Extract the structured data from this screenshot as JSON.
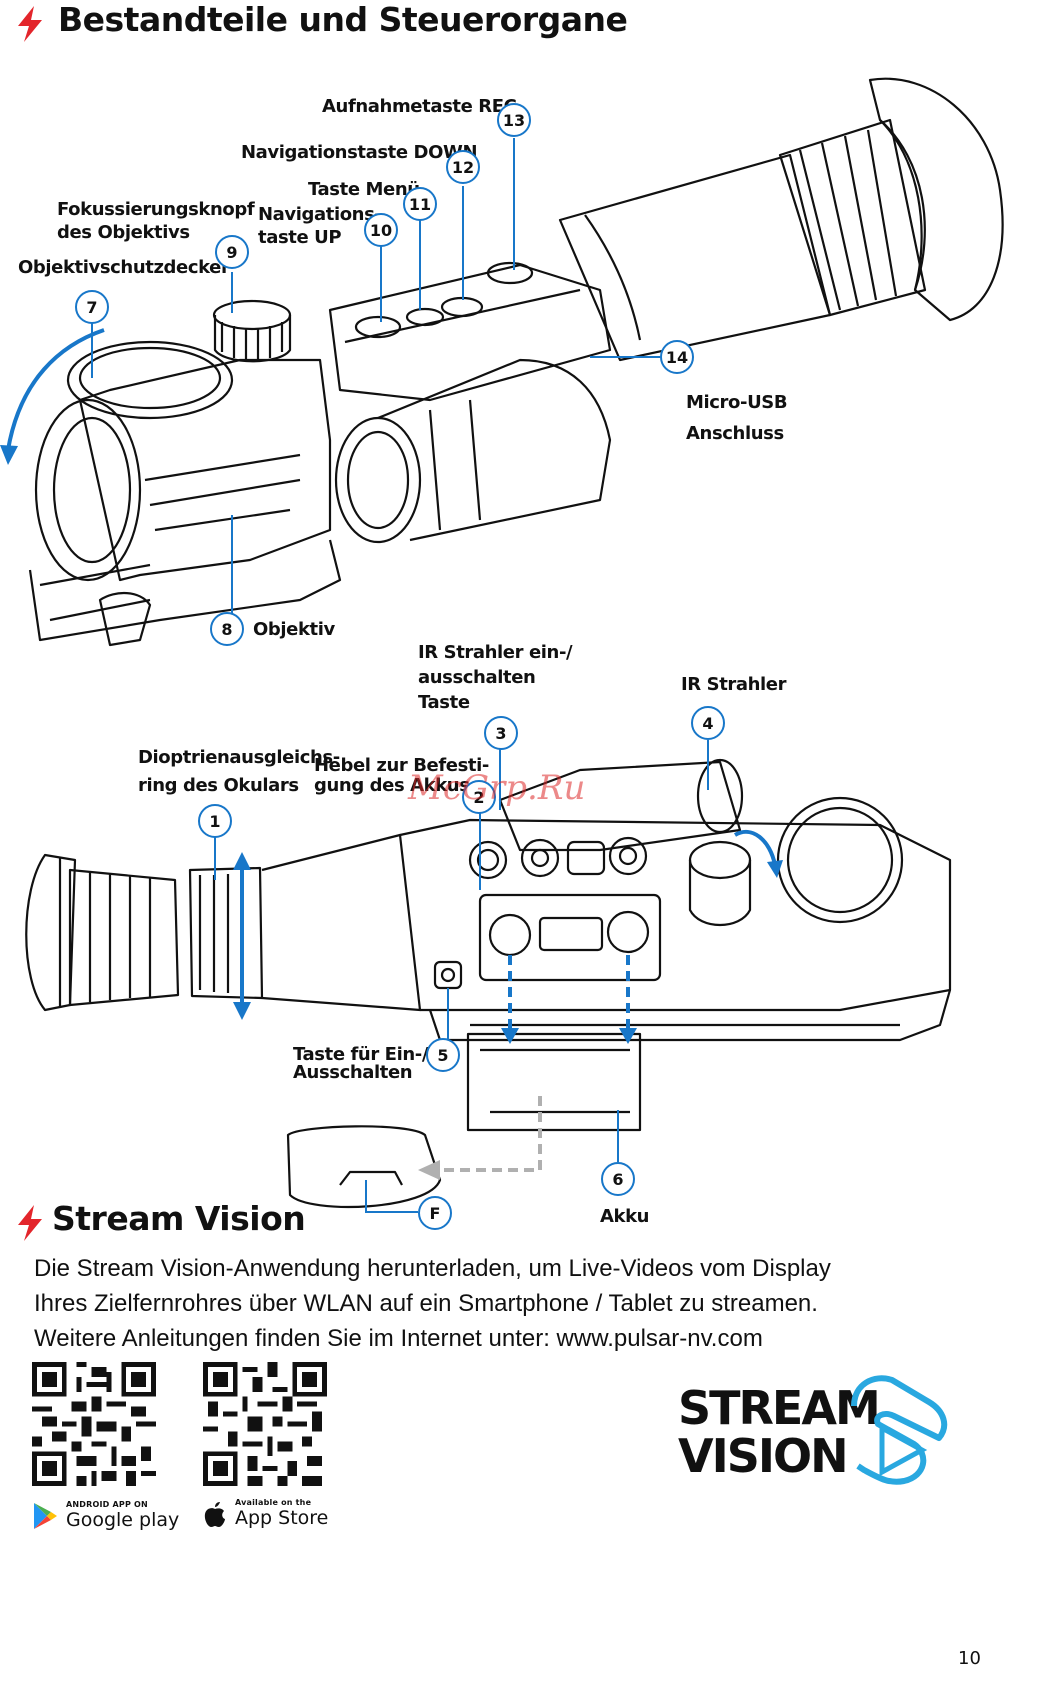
{
  "section1": {
    "title": "Bestandteile und Steuerorgane"
  },
  "top_labels": {
    "rec": "Aufnahmetaste REC",
    "down": "Navigationstaste DOWN",
    "menu": "Taste Menü",
    "up_1": "Navigations-",
    "up_2": "taste UP",
    "focus_1": "Fokussierungsknopf",
    "focus_2": "des Objektivs",
    "cap": "Objektivschutzdeckel",
    "usb_1": "Micro-USB",
    "usb_2": "Anschluss",
    "lens": "Objektiv"
  },
  "bottom_labels": {
    "ir_switch_1": "IR Strahler ein-/",
    "ir_switch_2": "ausschalten",
    "ir_switch_3": "Taste",
    "ir": "IR Strahler",
    "diopter_1": "Dioptrienausgleichs-",
    "diopter_2": "ring des Okulars",
    "lever_1": "Hebel zur Befesti-",
    "lever_2": "gung des Akkus",
    "power_1": "Taste für Ein-/",
    "power_2": "Ausschalten",
    "battery": "Akku"
  },
  "badges": {
    "b1": "1",
    "b2": "2",
    "b3": "3",
    "b4": "4",
    "b5": "5",
    "b6": "6",
    "b7": "7",
    "b8": "8",
    "b9": "9",
    "b10": "10",
    "b11": "11",
    "b12": "12",
    "b13": "13",
    "b14": "14",
    "bF": "F"
  },
  "watermark": "McGrp.Ru",
  "section2": {
    "title": "Stream Vision",
    "line1": "Die Stream Vision-Anwendung herunterladen, um Live-Videos vom Display",
    "line2": "Ihres Zielfernrohres über WLAN auf ein Smartphone / Tablet zu streamen.",
    "line3": "Weitere Anleitungen finden Sie im Internet unter: www.pulsar-nv.com"
  },
  "stores": {
    "google_small": "ANDROID APP ON",
    "google_big": "Google play",
    "apple_small": "Available on the",
    "apple_big": "App Store"
  },
  "logo": {
    "line1": "STREAM",
    "line2": "VISION"
  },
  "page_number": "10",
  "colors": {
    "accent": "#1877c9",
    "bolt": "#e3252b"
  }
}
